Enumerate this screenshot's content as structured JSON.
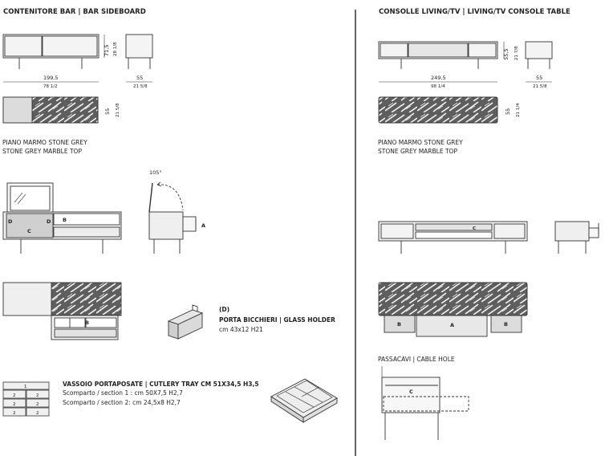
{
  "left": {
    "title": "CONTENITORE BAR | BAR SIDEBOARD",
    "dims": {
      "width_cm": "199,5",
      "width_in": "78 1/2",
      "height_cm": "71,5",
      "height_in": "28 1/8",
      "depth_cm": "55",
      "depth_in": "21 5/8",
      "top_depth_cm": "55",
      "top_depth_in": "21 5/8"
    },
    "marble_it": "PIANO MARMO STONE GREY",
    "marble_en": "STONE GREY MARBLE TOP",
    "angle": "105°",
    "labels": {
      "d": "D",
      "c": "C",
      "b": "B",
      "a": "A"
    },
    "glass_holder": {
      "code": "(D)",
      "name": "PORTA BICCHIERI | GLASS HOLDER",
      "size": "cm 43x12 H21"
    },
    "tray": {
      "name": "VASSOIO PORTAPOSATE | CUTLERY TRAY CM 51X34,5 H3,5",
      "section1": "Scomparto / section 1 : cm 50X7,5 H2,7",
      "section2": "Scomparto / section 2: cm 24,5x8 H2,7",
      "grid": [
        "1",
        "2",
        "2",
        "2",
        "2",
        "2",
        "2"
      ]
    }
  },
  "right": {
    "title": "CONSOLLE LIVING/TV | LIVING/TV CONSOLE TABLE",
    "dims": {
      "width_cm": "249,5",
      "width_in": "98 1/4",
      "height_cm": "55,5",
      "height_in": "21 7/8",
      "depth_cm": "55",
      "depth_in": "21 5/8",
      "top_depth_cm": "55",
      "top_depth_in": "21 1/4"
    },
    "marble_it": "PIANO MARMO STONE GREY",
    "marble_en": "STONE GREY MARBLE TOP",
    "labels": {
      "c": "C",
      "b": "B",
      "a": "A"
    },
    "cable_hole": "PASSACAVI | CABLE HOLE"
  },
  "colors": {
    "line": "#333333",
    "marble": "#5e5e5e",
    "panel": "#d9d9d9",
    "divider": "#222222"
  }
}
